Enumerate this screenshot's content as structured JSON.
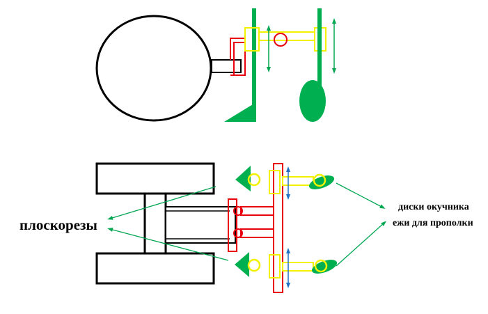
{
  "labels": {
    "left": "плоскорезы",
    "right_line1": "диски окучника",
    "right_line2": "ежи для прополки"
  },
  "colors": {
    "frame": "#000000",
    "hitch": "#e8000d",
    "arm": "#f2f200",
    "tool": "#00b050",
    "pointer": "#00a651",
    "adjust": "#1f6fc4",
    "background": "#ffffff"
  }
}
